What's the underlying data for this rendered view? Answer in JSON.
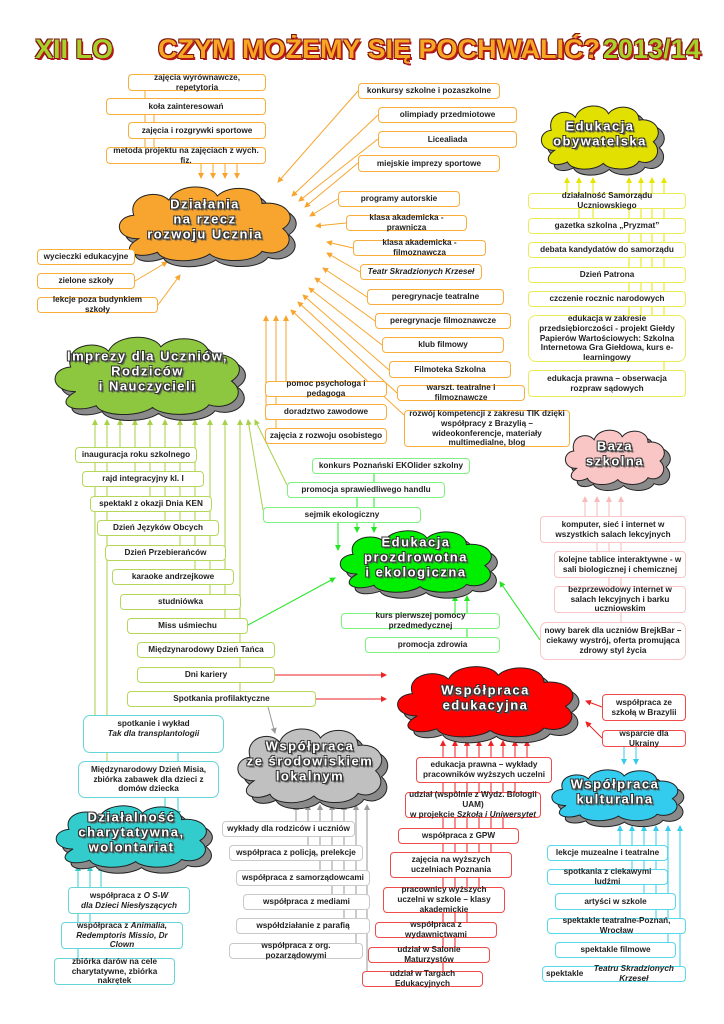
{
  "header": {
    "left": "XII LO",
    "title": "CZYM MOŻEMY SIĘ POCHWALIĆ?",
    "right": "2013/14"
  },
  "colors": {
    "title_left": "#9acd32",
    "title_main": "#f5a623",
    "orange": "#f7a52e",
    "yellow": "#e5e500",
    "lime": "#8dc63f",
    "green": "#00e600",
    "pink": "#f9c7c7",
    "red": "#ff0000",
    "cyan": "#33ccee",
    "gray": "#c0c0c0",
    "teal": "#33cccc"
  },
  "clouds": {
    "rozwoj": "Działania\nna rzecz\nrozwoju Ucznia",
    "obywatelska": "Edukacja\nobywatelska",
    "imprezy": "Imprezy dla Uczniów,\nRodziców\ni Nauczycieli",
    "eko": "Edukacja\nprozdrowotna\ni ekologiczna",
    "baza": "Baza\nszkolna",
    "edukacyjna": "Współpraca\nedukacyjna",
    "lokalna": "Współpraca\nze środowiskiem\nlokalnym",
    "kulturalna": "Współpraca\nkulturalna",
    "charytatywna": "Działalność\ncharytatywna,\nwolontariat"
  },
  "rozwoj_top": [
    "zajęcia wyrównawcze, repetytoria",
    "koła zainteresowań",
    "zajęcia i rozgrywki sportowe",
    "metoda projektu na zajęciach z wych. fiz."
  ],
  "rozwoj_left": [
    "wycieczki edukacyjne",
    "zielone szkoły",
    "lekcje poza budynkiem szkoły"
  ],
  "rozwoj_right": [
    "konkursy szkolne i pozaszkolne",
    "olimpiady przedmiotowe",
    "Licealiada",
    "miejskie imprezy sportowe",
    "programy autorskie",
    "klasa akademicka - prawnicza",
    "klasa akademicka - filmoznawcza",
    "Teatr Skradzionych Krzeseł",
    "peregrynacje teatralne",
    "peregrynacje filmoznawcze",
    "klub filmowy",
    "Filmoteka Szkolna",
    "warszt.  teatralne i filmoznawcze",
    "rozwój kompetencji  z zakresu TIK dzięki współpracy z Brazylią – wideokonferencje, materiały multimedialne, blog"
  ],
  "rozwoj_bottom": [
    "pomoc psychologa i pedagoga",
    "doradztwo zawodowe",
    "zajęcia z rozwoju osobistego"
  ],
  "obywatelska": [
    "działalność Samorządu Uczniowskiego",
    "gazetka szkolna „Pryzmat”",
    "debata kandydatów do samorządu",
    "Dzień Patrona",
    "czczenie rocznic narodowych",
    "edukacja w zakresie przedsiębiorczości - projekt Giełdy Papierów Wartościowych: Szkolna Internetowa Gra Giełdowa, kurs e-learningowy",
    "edukacja prawna – obserwacja rozpraw sądowych"
  ],
  "imprezy": [
    "inauguracja roku szkolnego",
    "rajd integracyjny kl. I",
    "spektakl z okazji Dnia KEN",
    "Dzień Języków Obcych",
    "Dzień Przebierańców",
    "karaoke andrzejkowe",
    "studniówka",
    "Miss uśmiechu",
    "Międzynarodowy Dzień Tańca",
    "Dni kariery",
    "Spotkania profilaktyczne"
  ],
  "eko": [
    "konkurs Poznański EKOlider szkolny",
    "promocja sprawiedliwego handlu",
    "sejmik ekologiczny",
    "kurs pierwszej pomocy przedmedycznej",
    "promocja zdrowia"
  ],
  "baza": [
    "komputer, sieć i internet w wszystkich salach lekcyjnych",
    "kolejne tablice interaktywne - w sali biologicznej i chemicznej",
    "bezprzewodowy internet w salach lekcyjnych i barku uczniowskim",
    "nowy barek dla uczniów BrejkBar – ciekawy wystrój, oferta promująca zdrowy styl życia"
  ],
  "edukacyjna_right": [
    "współpraca ze szkołą w Brazylii",
    "wsparcie dla Ukrainy"
  ],
  "edukacyjna": {
    "items": [
      "edukacja prawna – wykłady pracowników wyższych uczelni",
      "współpraca z GPW",
      "zajęcia na wyższych uczelniach Poznania",
      "pracownicy wyższych uczelni w szkole – klasy akademickie",
      "współpraca z  wydawnictwami",
      "udział w Salonie Maturzystów",
      "udział w Targach Edukacyjnych"
    ],
    "uam_line1": "udział (wspólnie z Wydz. Biologii UAM)",
    "uam_prefix": "w projekcie ",
    "uam_italic": "Szkoła i Uniwersytet"
  },
  "lokalna": [
    "wykłady dla rodziców i uczniów",
    "współpraca z policją, prelekcje",
    "współpraca z samorządowcami",
    "współpraca z mediami",
    "współdziałanie z parafią",
    "współpraca z org. pozarządowymi"
  ],
  "kulturalna": {
    "items": [
      "lekcje muzealne i teatralne",
      "spotkania z ciekawymi ludźmi",
      "artyści w szkole",
      "spektakle teatralne-Poznań, Wrocław",
      "spektakle filmowe"
    ],
    "teatr_prefix": "spektakle ",
    "teatr_italic": "Teatru Skradzionych Krzeseł"
  },
  "charytatywna": {
    "transpl_line1": "spotkanie i wykład",
    "transpl_italic": "Tak dla transplantologii",
    "mis": "Międzynarodowy Dzień Misia, zbiórka zabawek dla dzieci z domów dziecka",
    "osw_prefix": "współpraca z ",
    "osw_italic1": "O S-W",
    "osw_italic2": "dla Dzieci Niesłyszących",
    "animalia_prefix": "współpraca z ",
    "animalia_italic1": "Animalia,",
    "animalia_italic2": "Redemptoris Missio, Dr Clown",
    "zbiorka": "zbiórka darów na cele charytatywne, zbiórka nakrętek"
  }
}
